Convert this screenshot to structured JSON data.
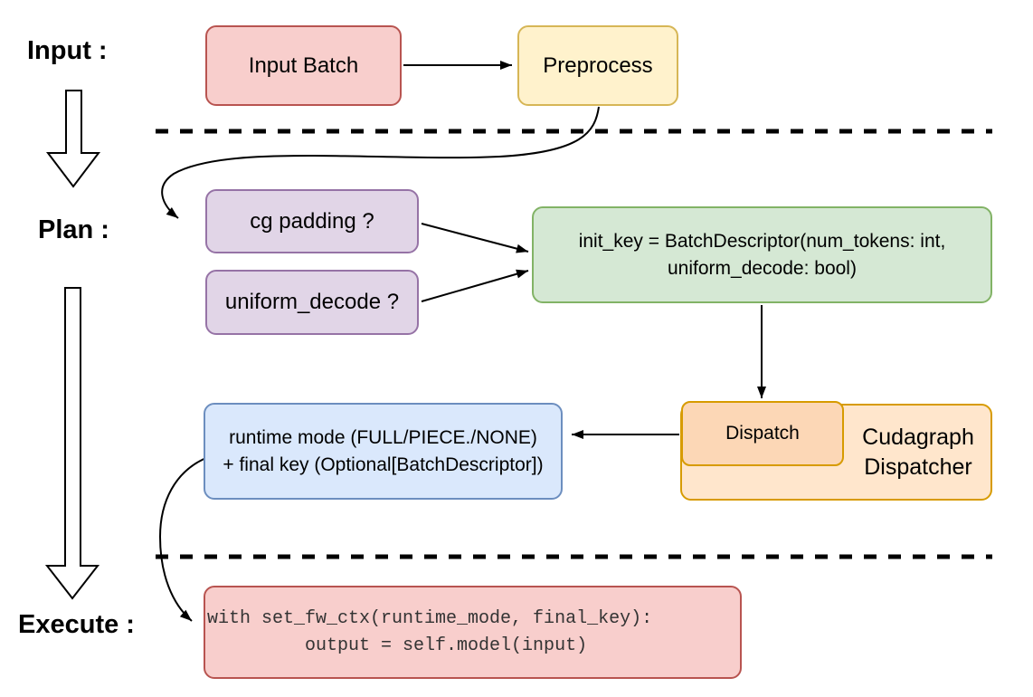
{
  "sections": {
    "input": {
      "label": "Input :"
    },
    "plan": {
      "label": "Plan :"
    },
    "execute": {
      "label": "Execute :"
    }
  },
  "nodes": {
    "input_batch": {
      "label": "Input Batch",
      "fill": "#f8cecc",
      "stroke": "#b85450"
    },
    "preprocess": {
      "label": "Preprocess",
      "fill": "#fff2cc",
      "stroke": "#d6b656"
    },
    "cg_padding": {
      "label": "cg padding ?",
      "fill": "#e1d5e7",
      "stroke": "#9673a6"
    },
    "uniform_decode": {
      "label": "uniform_decode ?",
      "fill": "#e1d5e7",
      "stroke": "#9673a6"
    },
    "init_key": {
      "label": "init_key = BatchDescriptor(num_tokens: int,\nuniform_decode: bool)",
      "fill": "#d5e8d4",
      "stroke": "#82b366"
    },
    "dispatch": {
      "label": "Dispatch",
      "fill": "#fcd7b6",
      "stroke": "#d79b00"
    },
    "cudagraph_dispatcher": {
      "label": "Cudagraph\nDispatcher",
      "fill": "#ffe6cc",
      "stroke": "#d79b00"
    },
    "runtime_mode_result": {
      "label": "runtime mode (FULL/PIECE./NONE)\n+ final key (Optional[BatchDescriptor])",
      "fill": "#dae8fc",
      "stroke": "#6c8ebf"
    },
    "execute_code": {
      "label": "with set_fw_ctx(runtime_mode, final_key):\n         output = self.model(input)",
      "fill": "#f8cecc",
      "stroke": "#b85450"
    }
  },
  "connector_color": "#000000",
  "divider_color": "#000000"
}
